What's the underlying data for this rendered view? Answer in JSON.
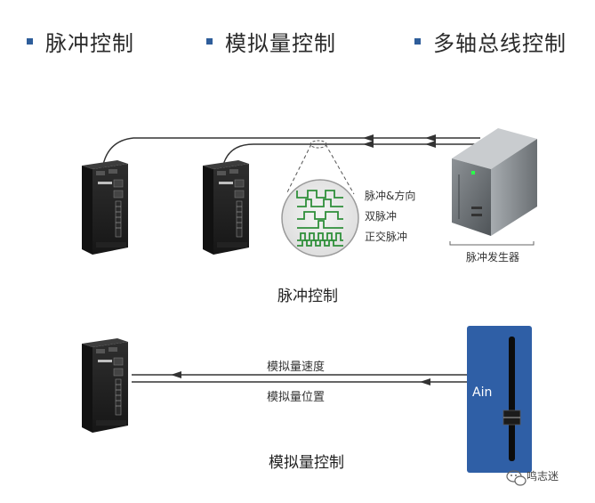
{
  "header": {
    "items": [
      {
        "label": "脉冲控制"
      },
      {
        "label": "模拟量控制"
      },
      {
        "label": "多轴总线控制"
      }
    ],
    "bullet_color": "#2e5d9a"
  },
  "pulse_section": {
    "signal_types": [
      "脉冲&方向",
      "双脉冲",
      "正交脉冲"
    ],
    "generator_label": "脉冲发生器",
    "caption": "脉冲控制"
  },
  "analog_section": {
    "speed_label": "模拟量速度",
    "position_label": "模拟量位置",
    "ain_label": "Ain",
    "caption": "模拟量控制",
    "ain_color": "#2f5fa6"
  },
  "watermark": {
    "text": "鸣志迷"
  }
}
